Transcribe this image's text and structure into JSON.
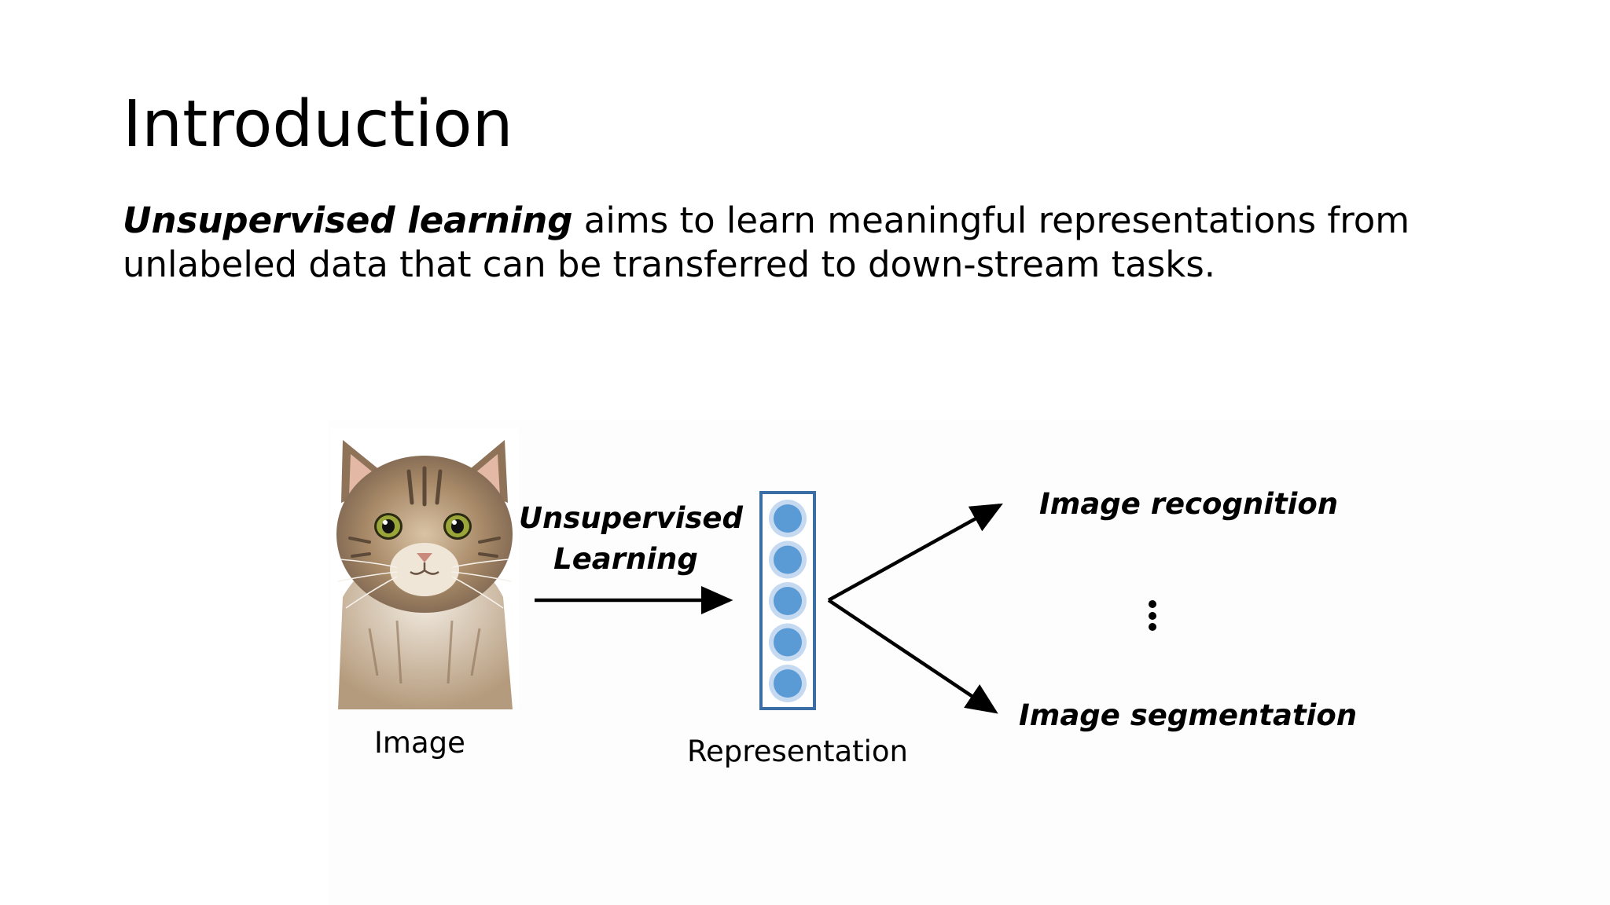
{
  "slide": {
    "title": "Introduction",
    "body_emphasis": "Unsupervised learning",
    "body_rest": " aims to learn meaningful representations from unlabeled data that can be transferred to down-stream tasks."
  },
  "diagram": {
    "image_label": "Image",
    "method_line1": "Unsupervised",
    "method_line2": "Learning",
    "representation_label": "Representation",
    "task_top": "Image recognition",
    "task_bottom": "Image segmentation",
    "ellipsis_icon": "vertical-ellipsis",
    "node_count": 5,
    "colors": {
      "node_fill": "#5b9bd5",
      "node_ring": "#c5d9f1",
      "box_border": "#3a6ea5",
      "arrow": "#000000"
    }
  }
}
